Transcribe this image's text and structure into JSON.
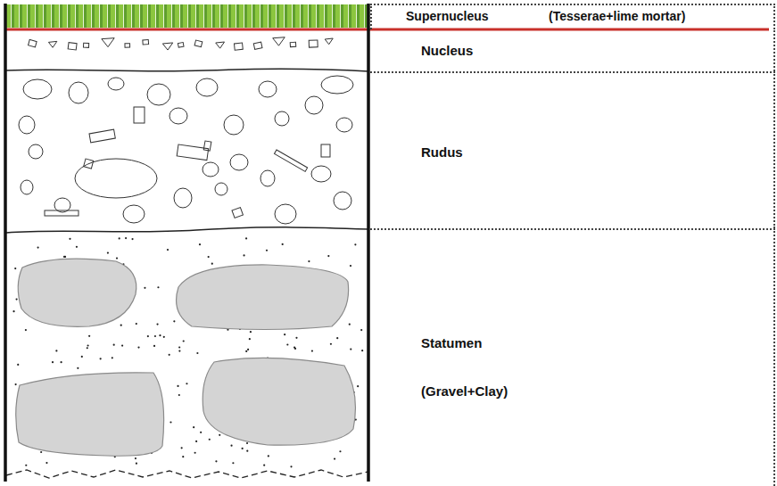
{
  "diagram": {
    "nodes": [
      {
        "text": [
          "Supernucleus",
          "(Tesserae+lime mortar)"
        ]
      },
      {
        "text": [
          "Nucleus"
        ]
      },
      {
        "text": [
          "Rudus"
        ]
      },
      {
        "text": [
          "Statumen",
          "(Gravel+Clay)"
        ]
      }
    ]
  }
}
